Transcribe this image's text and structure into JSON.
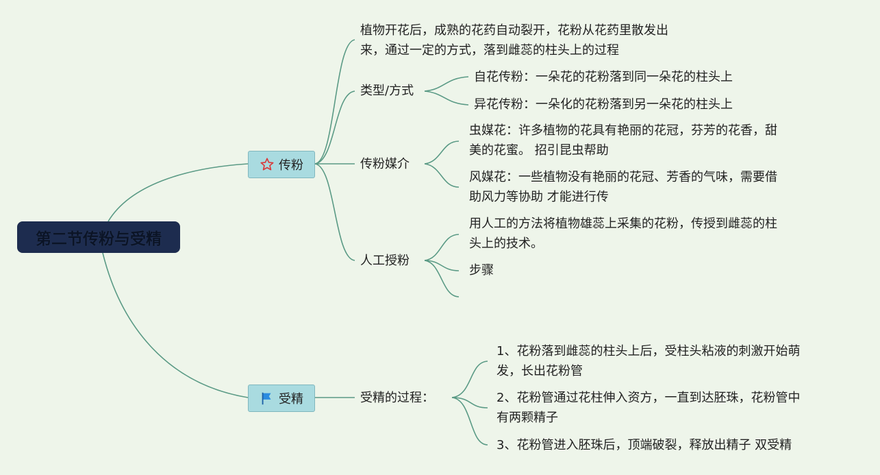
{
  "root": "第二节传粉与受精",
  "colors": {
    "line": "#5a9a85",
    "root_bg": "#1d2c4f",
    "branch_bg": "#a9dbe0",
    "canvas": "#eef5ea",
    "star": "#d93a3a",
    "flag": "#2a8be0"
  },
  "pollination": {
    "label": "传粉",
    "icon": "star-icon",
    "definition": [
      "植物开花后，成熟的花药自动裂开，花粉从花药里散发出",
      "来，通过一定的方式，落到雌蕊的柱头上的过程"
    ],
    "types": {
      "label": "类型/方式",
      "self": "自花传粉：一朵花的花粉落到同一朵花的柱头上",
      "cross": "异花传粉：一朵化的花粉落到另一朵花的柱头上"
    },
    "media": {
      "label": "传粉媒介",
      "insect": [
        "虫媒花：许多植物的花具有艳丽的花冠，芬芳的花香，甜",
        "美的花蜜。 招引昆虫帮助"
      ],
      "wind": [
        "风媒花：一些植物没有艳丽的花冠、芳香的气味，需要借",
        "助风力等协助 才能进行传"
      ]
    },
    "artificial": {
      "label": "人工授粉",
      "definition": [
        "用人工的方法将植物雄蕊上采集的花粉，传授到雌蕊的柱",
        "头上的技术。"
      ],
      "steps": "步骤"
    }
  },
  "fertilization": {
    "label": "受精",
    "icon": "flag-icon",
    "process": {
      "label": "受精的过程：",
      "step1": [
        "1、花粉落到雌蕊的柱头上后，受柱头粘液的刺激开始萌",
        "发，长出花粉管"
      ],
      "step2": [
        "2、花粉管通过花柱伸入资方，一直到达胚珠，花粉管中",
        "有两颗精子"
      ],
      "step3": "3、花粉管进入胚珠后，顶端破裂，释放出精子 双受精"
    }
  }
}
